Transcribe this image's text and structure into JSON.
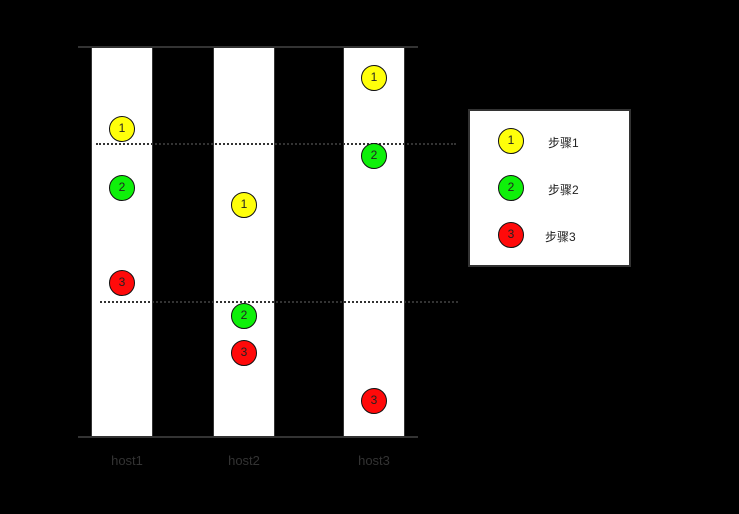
{
  "colors": {
    "step1": "#ffff0a",
    "step2": "#0ff00a",
    "step3": "#ff0a0a"
  },
  "hosts": [
    {
      "name": "host1",
      "steps": [
        {
          "step": 1,
          "label": "1"
        },
        {
          "step": 2,
          "label": "2"
        },
        {
          "step": 3,
          "label": "3"
        }
      ]
    },
    {
      "name": "host2",
      "steps": [
        {
          "step": 1,
          "label": "1"
        },
        {
          "step": 2,
          "label": "2"
        },
        {
          "step": 3,
          "label": "3"
        }
      ]
    },
    {
      "name": "host3",
      "steps": [
        {
          "step": 1,
          "label": "1"
        },
        {
          "step": 2,
          "label": "2"
        },
        {
          "step": 3,
          "label": "3"
        }
      ]
    }
  ],
  "legend": [
    {
      "step": 1,
      "label": "1",
      "text": "步骤1"
    },
    {
      "step": 2,
      "label": "2",
      "text": "步骤2"
    },
    {
      "step": 3,
      "label": "3",
      "text": "步骤3"
    }
  ]
}
